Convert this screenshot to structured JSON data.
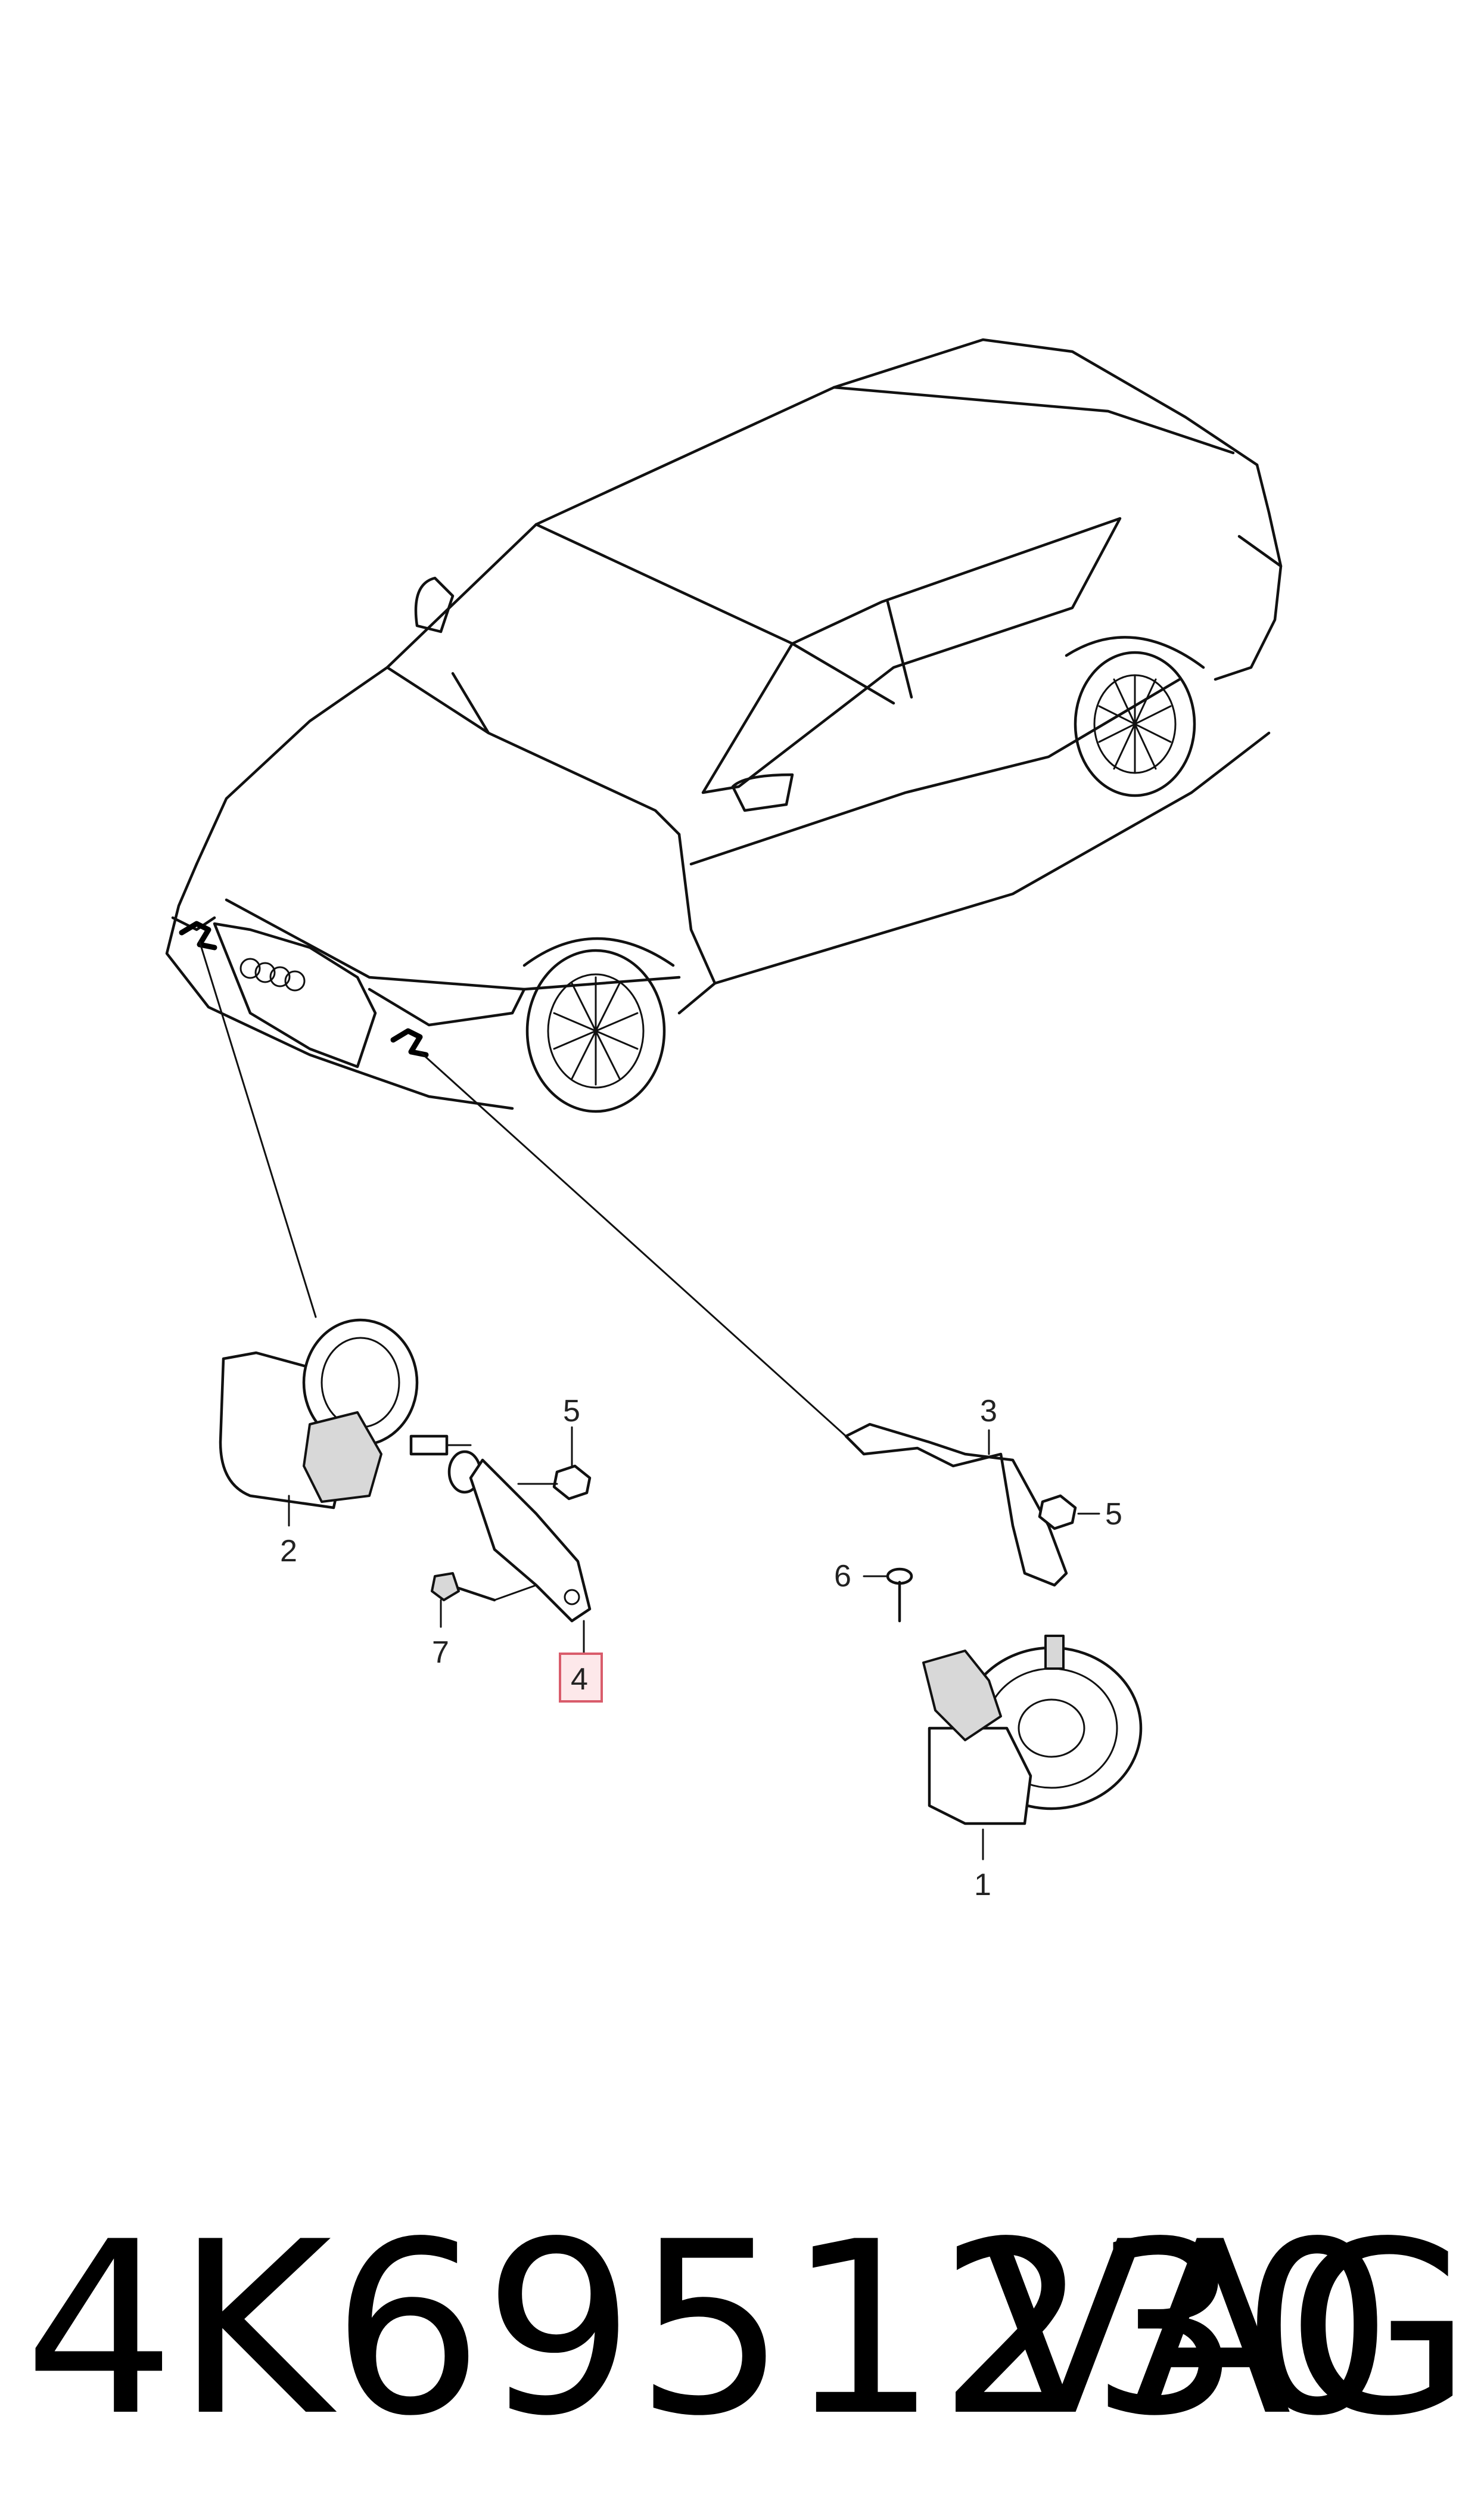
{
  "callouts": {
    "c1": "1",
    "c2": "2",
    "c3": "3",
    "c4": "4",
    "c5a": "5",
    "c5b": "5",
    "c6": "6",
    "c7": "7"
  },
  "highlighted_callout": "4",
  "footer": {
    "part_number": "4K6951230",
    "brand": "VAG"
  },
  "colors": {
    "line": "#111111",
    "highlight_fill": "#fde8ea",
    "highlight_border": "#d95c6b"
  }
}
